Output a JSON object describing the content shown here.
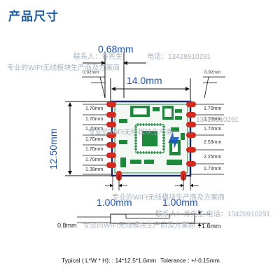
{
  "title": "产品尺寸",
  "dims": {
    "top_gap": "0.68mm",
    "width": "14.0mm",
    "height": "12.50mm",
    "pad_width_left": "0.92mm",
    "pad_width_right": "0.92mm",
    "left_pitches": [
      "1.70mm",
      "1.70mm",
      "1.70mm",
      "1.70mm",
      "1.70mm",
      "1.70mm",
      "1.38mm"
    ],
    "right_pitches": [
      "1.70mm",
      "1.70mm",
      "1.70mm",
      "2.53mm",
      "2.25mm",
      "1.70mm"
    ],
    "bottom_left": "1.00mm",
    "bottom_right": "1.00mm",
    "thickness_pcb": "0.8mm",
    "thickness_total": "1.6mm"
  },
  "watermarks": {
    "line1": "专业的WIFI无线模块生产商及方案商",
    "line1_cont": "电话：13428910291",
    "line2": "联系人：肖先生",
    "line3": "专业的WIFI无线模块生产商",
    "line3_cont": "13428910291",
    "line4": "专业的WIFI无线模块生产商及方案商",
    "line5": "联系人：肖先生 电话：13428910291",
    "line6": "专业的WIFI无线模块生产商及方案商"
  },
  "caption": {
    "typical": "Typical ( L*W * H): : 14*12.5*1.6mm",
    "tolerance": "Tolerance : +/-0.15mm"
  },
  "colors": {
    "dim_text": "#1a56c4",
    "pcb_green": "#1c8a3a",
    "pad_red": "#d42a20",
    "board_outline": "#1c2a6b"
  }
}
